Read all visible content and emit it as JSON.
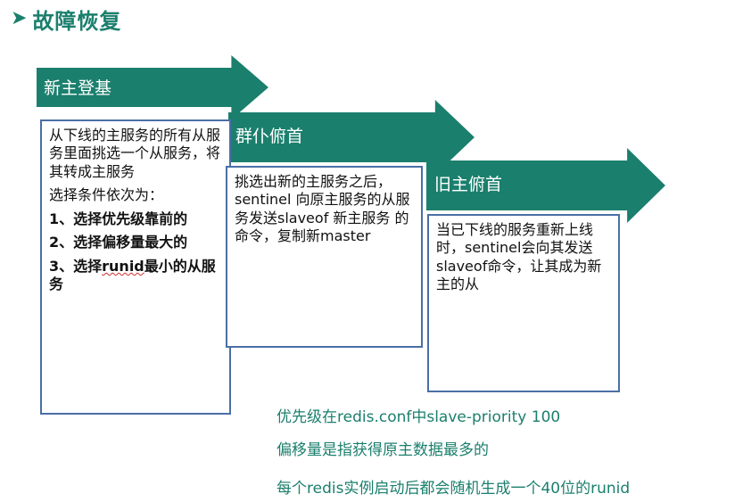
{
  "heading": {
    "arrow_icon": "triangle-arrow-icon",
    "text": "故障恢复"
  },
  "stages": [
    {
      "label": "新主登基",
      "paragraphs": [
        "从下线的主服务的所有从服务里面挑选一个从服务，将其转成主服务",
        "选择条件依次为：",
        "1、选择优先级靠前的",
        "2、选择偏移量最大的"
      ],
      "last_item": {
        "prefix": "3、选择",
        "keyword": "runid",
        "suffix": "最小的从服务"
      }
    },
    {
      "label": "群仆俯首",
      "text": "挑选出新的主服务之后，sentinel 向原主服务的从服务发送slaveof 新主服务 的命令，复制新master"
    },
    {
      "label": "旧主俯首",
      "text": "当已下线的服务重新上线时，sentinel会向其发送slaveof命令，让其成为新主的从"
    }
  ],
  "notes": [
    "优先级在redis.conf中slave-priority 100",
    "偏移量是指获得原主数据最多的",
    "每个redis实例启动后都会随机生成一个40位的runid"
  ],
  "colors": {
    "accent": "#1b7f6d",
    "box_border": "#4a6fa5"
  }
}
